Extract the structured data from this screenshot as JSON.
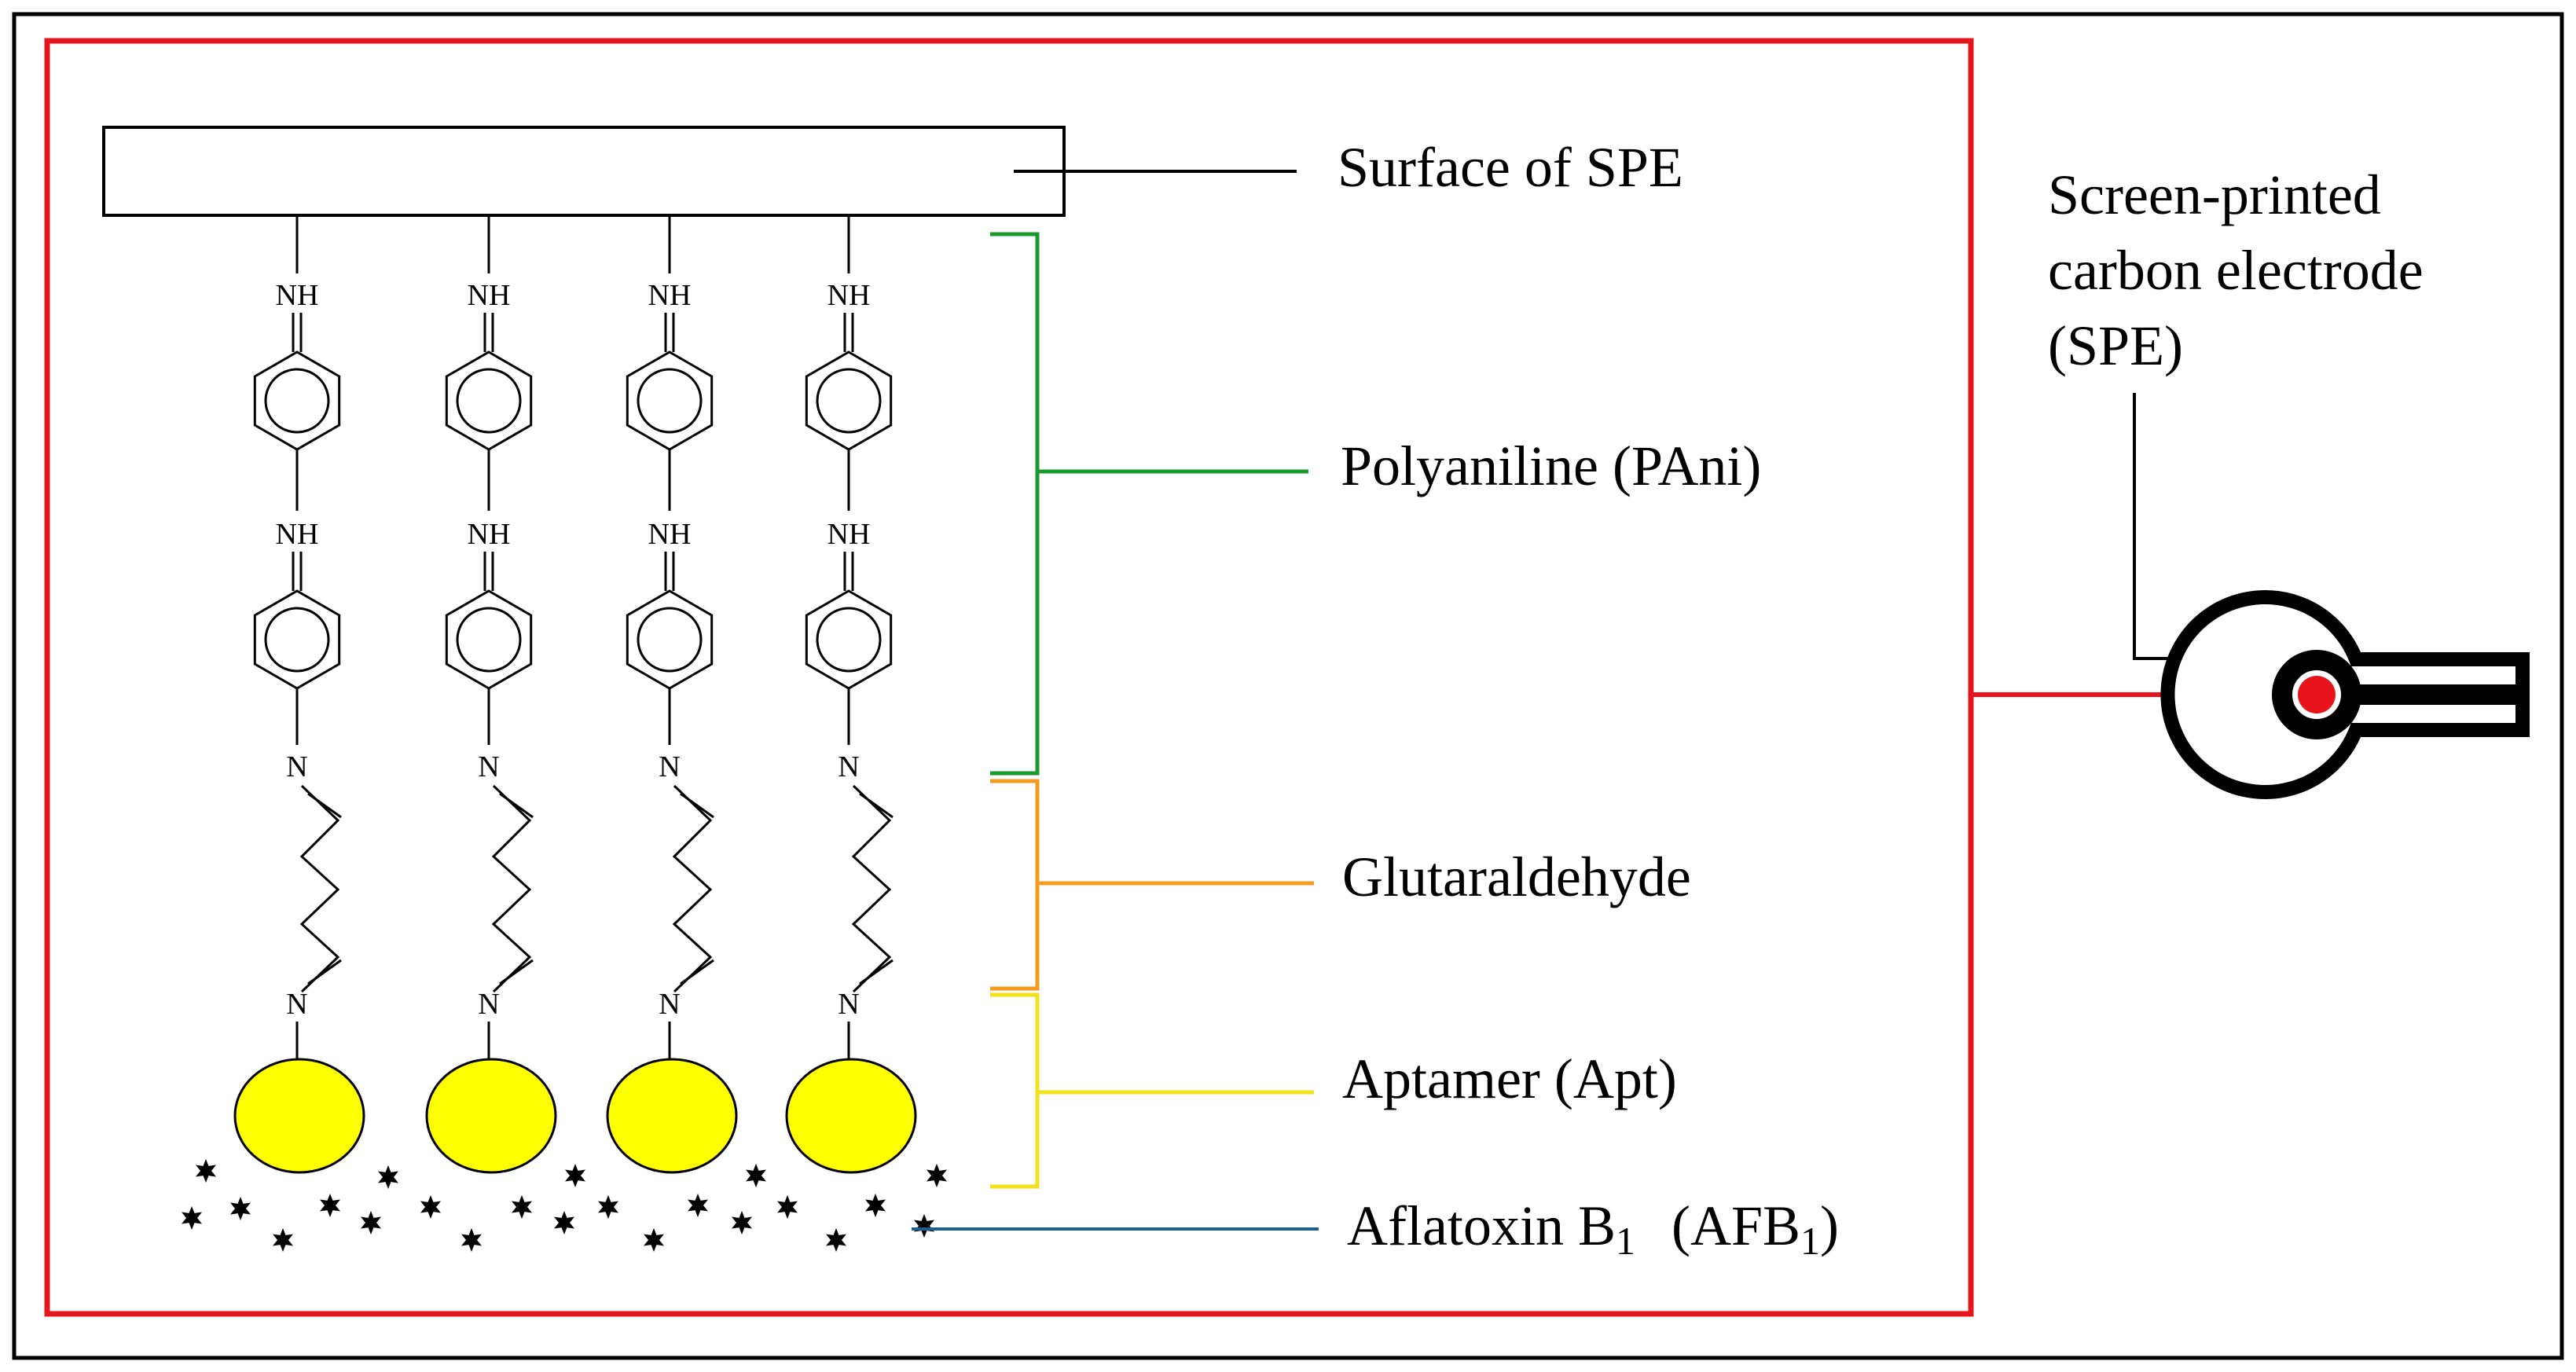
{
  "labels": {
    "surface": "Surface of SPE",
    "polyaniline": "Polyaniline (PAni)",
    "glutaraldehyde": "Glutaraldehyde",
    "aptamer": "Aptamer (Apt)",
    "aflatoxin_main": "Aflatoxin B",
    "aflatoxin_sub": "1",
    "aflatoxin_abbr_open": "(AFB",
    "aflatoxin_abbr_sub": "1",
    "aflatoxin_abbr_close": ")",
    "spe_line1": "Screen-printed",
    "spe_line2": "carbon electrode",
    "spe_line3": "(SPE)"
  },
  "atoms": {
    "amine": "NH",
    "imine_n": "N"
  },
  "colors": {
    "frame": "#000000",
    "inner_frame": "#e8141c",
    "polyaniline_bracket": "#1a9a2a",
    "glutaraldehyde_bracket": "#f39a1f",
    "aptamer_bracket": "#f2e21a",
    "aflatoxin_leader": "#1f5f8f",
    "aptamer_fill": "#ffff00",
    "electrode_dot": "#e8141c"
  }
}
